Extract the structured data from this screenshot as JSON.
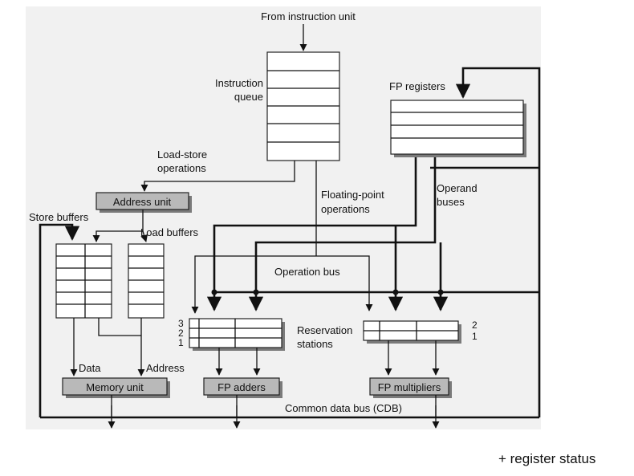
{
  "diagram": {
    "from_instruction_unit": "From instruction unit",
    "instruction_queue": [
      "Instruction",
      "queue"
    ],
    "fp_registers": "FP registers",
    "load_store_operations": [
      "Load-store",
      "operations"
    ],
    "address_unit": "Address unit",
    "store_buffers": "Store buffers",
    "load_buffers": "Load buffers",
    "floating_point_operations": [
      "Floating-point",
      "operations"
    ],
    "operand_buses": [
      "Operand",
      "buses"
    ],
    "operation_bus": "Operation bus",
    "reservation_stations": [
      "Reservation",
      "stations"
    ],
    "adder_station_numbers": [
      "3",
      "2",
      "1"
    ],
    "multiplier_station_numbers": [
      "2",
      "1"
    ],
    "data": "Data",
    "address": "Address",
    "memory_unit": "Memory unit",
    "fp_adders": "FP adders",
    "fp_multipliers": "FP multipliers",
    "common_data_bus": "Common data bus (CDB)"
  },
  "caption": "+ register status"
}
